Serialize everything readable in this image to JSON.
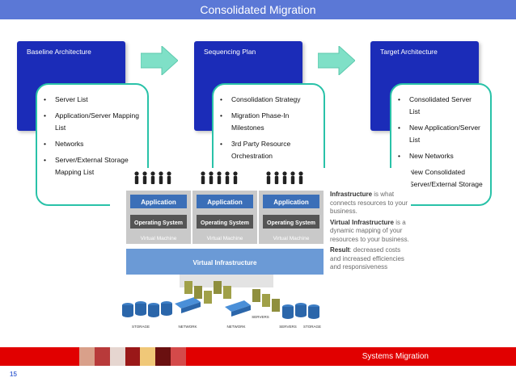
{
  "slide": {
    "title": "Consolidated Migration",
    "footer_label": "Systems Migration",
    "page_number": "15"
  },
  "phases": [
    {
      "label": "Baseline Architecture",
      "items": [
        "Server List",
        "Application/Server Mapping List",
        "Networks",
        "Server/External Storage Mapping List"
      ]
    },
    {
      "label": "Sequencing Plan",
      "items": [
        "Consolidation Strategy",
        "Migration Phase-In Milestones",
        "3rd Party Resource Orchestration"
      ]
    },
    {
      "label": "Target Architecture",
      "items": [
        "Consolidated Server List",
        "New Application/Server List",
        "New Networks",
        "New Consolidated Server/External Storage"
      ]
    }
  ],
  "diagram": {
    "app_label": "Application",
    "os_label": "Operating System",
    "vm_label": "Virtual Machine",
    "infra_label": "Virtual Infrastructure",
    "bottom_labels": [
      "STORAGE",
      "NETWORK",
      "NETWORK",
      "SERVERS",
      "SERVERS",
      "STORAGE"
    ],
    "description": [
      {
        "bold": "Infrastructure",
        "rest": " is what connects resources to your business."
      },
      {
        "bold": "Virtual Infrastructure",
        "rest": " is a dynamic mapping of your resources to your business."
      },
      {
        "bold": "Result",
        "rest": ": decreased costs and increased efficiencies and responsiveness"
      }
    ]
  },
  "colors": {
    "title_bar": "#5b78d6",
    "phase_box": "#1b2cb8",
    "card_border": "#29c2a8",
    "arrow": "#7fe0c7",
    "footer": "#e10000"
  }
}
